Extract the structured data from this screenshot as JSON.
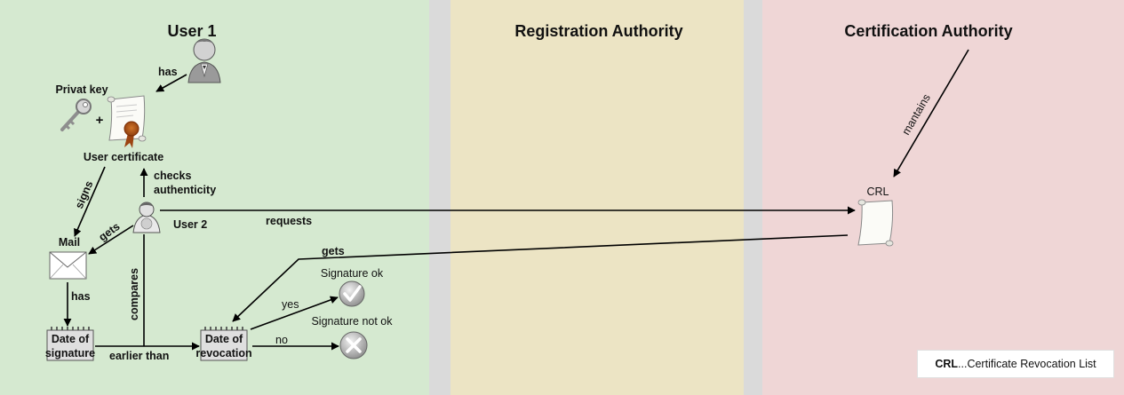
{
  "lanes": [
    {
      "title": "User 1",
      "color": "#d5e9d0"
    },
    {
      "title": "Registration Authority",
      "color": "#ece4c4"
    },
    {
      "title": "Certification Authority",
      "color": "#efd6d6"
    }
  ],
  "separator_color": "#dadada",
  "nodes": {
    "privat_key": "Privat key",
    "user_certificate": "User certificate",
    "user2": "User 2",
    "mail": "Mail",
    "date_of_signature": [
      "Date of",
      "signature"
    ],
    "date_of_revocation": [
      "Date of",
      "revocation"
    ],
    "signature_ok": "Signature ok",
    "signature_not_ok": "Signature not ok",
    "crl": "CRL",
    "plus": "+"
  },
  "edges": {
    "has_top": "has",
    "signs": "signs",
    "checks_authenticity": [
      "checks",
      "authenticity"
    ],
    "gets_mail": "gets",
    "requests": "requests",
    "gets_crl": "gets",
    "has_mail": "has",
    "compares": "compares",
    "earlier_than": "earlier than",
    "yes": "yes",
    "no": "no",
    "mantains": "mantains"
  },
  "legend": {
    "abbr": "CRL",
    "text": "...Certificate Revocation List"
  }
}
